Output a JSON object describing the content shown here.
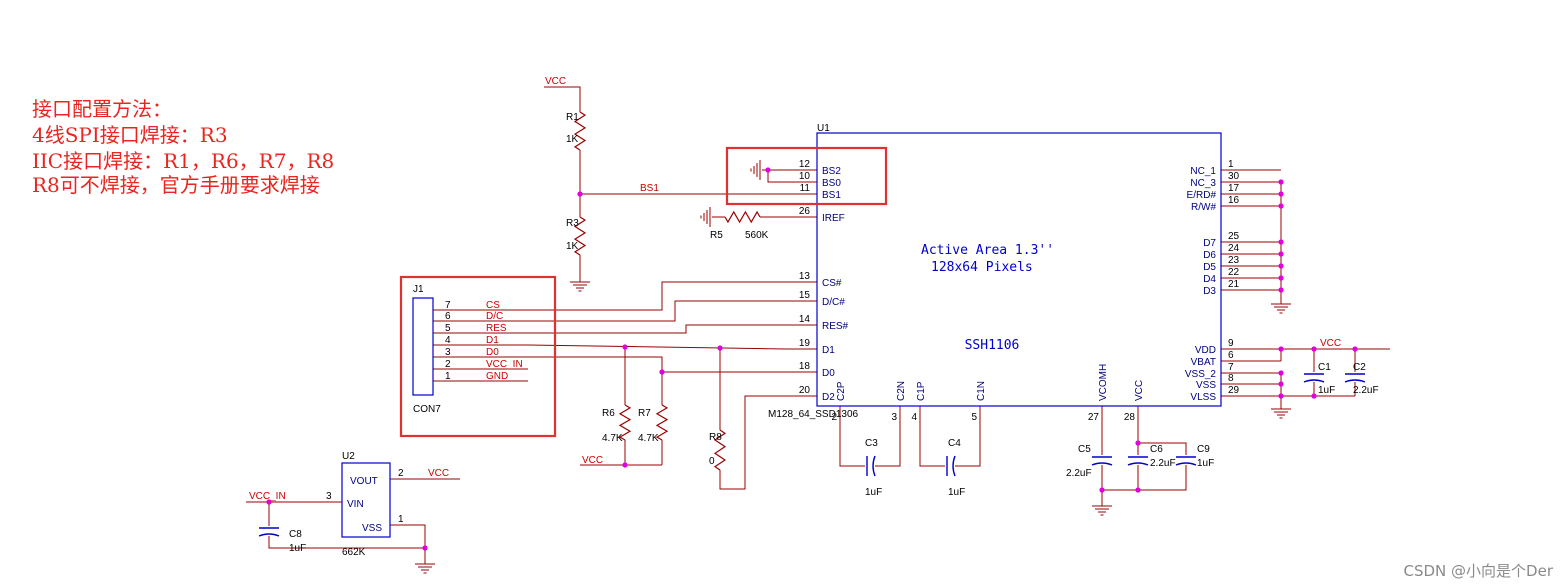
{
  "notes": [
    "接口配置方法：",
    "4线SPI接口焊接：R3",
    "IIC接口焊接：R1，R6，R7，R8",
    "R8可不焊接，官方手册要求焊接"
  ],
  "watermark": "CSDN @小向是个Der",
  "u1": {
    "ref": "U1",
    "part": "SSH1106",
    "footprint": "M128_64_SSD1306",
    "area_line1": "Active Area 1.3''",
    "area_line2": "128x64 Pixels",
    "left_pins": [
      {
        "num": "12",
        "name": "BS2"
      },
      {
        "num": "10",
        "name": "BS0"
      },
      {
        "num": "11",
        "name": "BS1"
      },
      {
        "num": "26",
        "name": "IREF"
      },
      {
        "num": "13",
        "name": "CS#"
      },
      {
        "num": "15",
        "name": "D/C#"
      },
      {
        "num": "14",
        "name": "RES#"
      },
      {
        "num": "19",
        "name": "D1"
      },
      {
        "num": "18",
        "name": "D0"
      },
      {
        "num": "20",
        "name": "D2"
      }
    ],
    "right_pins": [
      {
        "num": "1",
        "name": "NC_1"
      },
      {
        "num": "30",
        "name": "NC_3"
      },
      {
        "num": "17",
        "name": "E/RD#"
      },
      {
        "num": "16",
        "name": "R/W#"
      },
      {
        "num": "25",
        "name": "D7"
      },
      {
        "num": "24",
        "name": "D6"
      },
      {
        "num": "23",
        "name": "D5"
      },
      {
        "num": "22",
        "name": "D4"
      },
      {
        "num": "21",
        "name": "D3"
      },
      {
        "num": "9",
        "name": "VDD"
      },
      {
        "num": "6",
        "name": "VBAT"
      },
      {
        "num": "7",
        "name": "VSS_2"
      },
      {
        "num": "8",
        "name": "VSS"
      },
      {
        "num": "29",
        "name": "VLSS"
      }
    ],
    "bottom_pins": [
      {
        "num": "2",
        "name": "C2P"
      },
      {
        "num": "3",
        "name": "C2N"
      },
      {
        "num": "4",
        "name": "C1P"
      },
      {
        "num": "5",
        "name": "C1N"
      },
      {
        "num": "27",
        "name": "VCOMH"
      },
      {
        "num": "28",
        "name": "VCC"
      }
    ]
  },
  "j1": {
    "ref": "J1",
    "part": "CON7",
    "pins": [
      {
        "num": "7",
        "net": "CS"
      },
      {
        "num": "6",
        "net": "D/C"
      },
      {
        "num": "5",
        "net": "RES"
      },
      {
        "num": "4",
        "net": "D1"
      },
      {
        "num": "3",
        "net": "D0"
      },
      {
        "num": "2",
        "net": "VCC_IN"
      },
      {
        "num": "1",
        "net": "GND"
      }
    ]
  },
  "u2": {
    "ref": "U2",
    "part": "662K",
    "pin_vout": "VOUT",
    "pin_vin": "VIN",
    "pin_vss": "VSS",
    "num_vout": "2",
    "num_vin": "3",
    "num_vss": "1"
  },
  "nets": {
    "vcc": "VCC",
    "vcc_in": "VCC_IN",
    "bs1": "BS1"
  },
  "components": [
    {
      "ref": "R1",
      "value": "1K"
    },
    {
      "ref": "R3",
      "value": "1K"
    },
    {
      "ref": "R5",
      "value": "560K"
    },
    {
      "ref": "R6",
      "value": "4.7K"
    },
    {
      "ref": "R7",
      "value": "4.7K"
    },
    {
      "ref": "R8",
      "value": "0"
    },
    {
      "ref": "C1",
      "value": "1uF"
    },
    {
      "ref": "C2",
      "value": "2.2uF"
    },
    {
      "ref": "C3",
      "value": "1uF"
    },
    {
      "ref": "C4",
      "value": "1uF"
    },
    {
      "ref": "C5",
      "value": "2.2uF"
    },
    {
      "ref": "C6",
      "value": "2.2uF"
    },
    {
      "ref": "C8",
      "value": "1uF"
    },
    {
      "ref": "C9",
      "value": "1uF"
    }
  ],
  "colors": {
    "wire": "#990000",
    "body": "#0000cc",
    "junction": "#e000e0",
    "highlight": "#e03030",
    "note": "#e8251e"
  }
}
